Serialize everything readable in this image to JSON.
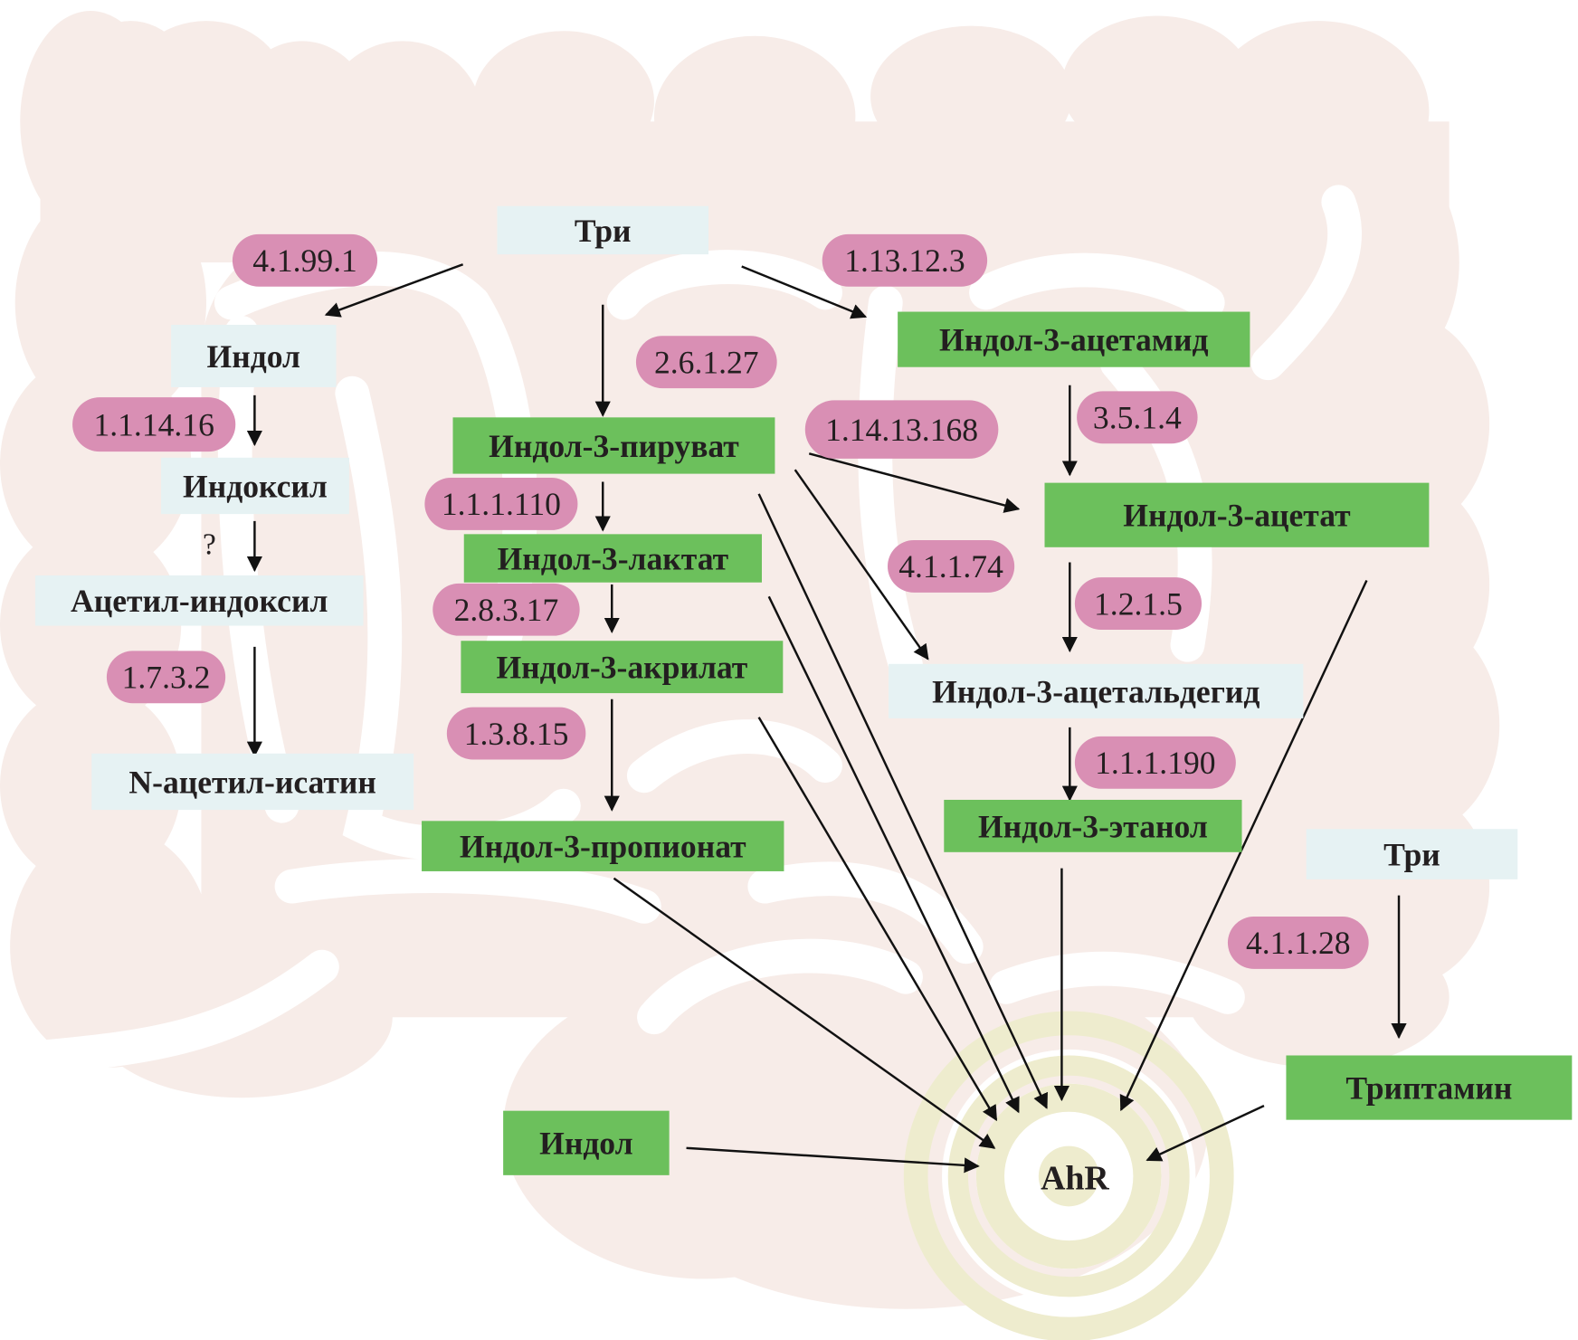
{
  "diagram": {
    "colors": {
      "background": "#ffffff",
      "intestine": "#f7ece8",
      "metabolite_fill": "#6cc05c",
      "intermediate_fill": "#e6f2f3",
      "enzyme_fill": "#d98fb4",
      "ahr_ring": "#eeecce",
      "arrow": "#111111",
      "text": "#231f20"
    },
    "nodes": {
      "tri_top": {
        "label": "Три",
        "kind": "intermediate"
      },
      "indol_left": {
        "label": "Индол",
        "kind": "intermediate"
      },
      "indoksil": {
        "label": "Индоксил",
        "kind": "intermediate"
      },
      "acetil_indoksil": {
        "label": "Ацетил-индоксил",
        "kind": "intermediate"
      },
      "n_acetil_isatin": {
        "label": "N-ацетил-исатин",
        "kind": "intermediate"
      },
      "indol_3_piruvat": {
        "label": "Индол-3-пируват",
        "kind": "metabolite"
      },
      "indol_3_laktat": {
        "label": "Индол-3-лактат",
        "kind": "metabolite"
      },
      "indol_3_akrilat": {
        "label": "Индол-3-акрилат",
        "kind": "metabolite"
      },
      "indol_3_propionat": {
        "label": "Индол-3-пропионат",
        "kind": "metabolite"
      },
      "indol_3_acetamid": {
        "label": "Индол-3-ацетамид",
        "kind": "metabolite"
      },
      "indol_3_acetat": {
        "label": "Индол-3-ацетат",
        "kind": "metabolite"
      },
      "indol_3_acetaldegid": {
        "label": "Индол-3-ацетальдегид",
        "kind": "intermediate"
      },
      "indol_3_etanol": {
        "label": "Индол-3-этанол",
        "kind": "metabolite"
      },
      "tri_right": {
        "label": "Три",
        "kind": "intermediate"
      },
      "triptamin": {
        "label": "Триптамин",
        "kind": "metabolite"
      },
      "indol_bottom": {
        "label": "Индол",
        "kind": "metabolite"
      },
      "ahr": {
        "label": "AhR",
        "kind": "receptor"
      }
    },
    "enzymes": {
      "e_4_1_99_1": "4.1.99.1",
      "e_1_1_14_16": "1.1.14.16",
      "e_1_7_3_2": "1.7.3.2",
      "e_2_6_1_27": "2.6.1.27",
      "e_1_1_1_110": "1.1.1.110",
      "e_2_8_3_17": "2.8.3.17",
      "e_1_3_8_15": "1.3.8.15",
      "e_1_13_12_3": "1.13.12.3",
      "e_3_5_1_4": "3.5.1.4",
      "e_1_14_13_168": "1.14.13.168",
      "e_4_1_1_74": "4.1.1.74",
      "e_1_2_1_5": "1.2.1.5",
      "e_1_1_1_190": "1.1.1.190",
      "e_4_1_1_28": "4.1.1.28"
    },
    "unknown_step_mark": "?",
    "edges": [
      {
        "from": "tri_top",
        "to": "indol_left",
        "enzyme": "4.1.99.1"
      },
      {
        "from": "indol_left",
        "to": "indoksil",
        "enzyme": "1.1.14.16"
      },
      {
        "from": "indoksil",
        "to": "acetil_indoksil",
        "enzyme": "?"
      },
      {
        "from": "acetil_indoksil",
        "to": "n_acetil_isatin",
        "enzyme": "1.7.3.2"
      },
      {
        "from": "tri_top",
        "to": "indol_3_piruvat",
        "enzyme": "2.6.1.27"
      },
      {
        "from": "indol_3_piruvat",
        "to": "indol_3_laktat",
        "enzyme": "1.1.1.110"
      },
      {
        "from": "indol_3_laktat",
        "to": "indol_3_akrilat",
        "enzyme": "2.8.3.17"
      },
      {
        "from": "indol_3_akrilat",
        "to": "indol_3_propionat",
        "enzyme": "1.3.8.15"
      },
      {
        "from": "tri_top",
        "to": "indol_3_acetamid",
        "enzyme": "1.13.12.3"
      },
      {
        "from": "indol_3_acetamid",
        "to": "indol_3_acetat",
        "enzyme": "3.5.1.4"
      },
      {
        "from": "indol_3_piruvat",
        "to": "indol_3_acetat",
        "enzyme": "1.14.13.168"
      },
      {
        "from": "indol_3_piruvat",
        "to": "indol_3_acetaldegid",
        "enzyme": "4.1.1.74"
      },
      {
        "from": "indol_3_acetat",
        "to": "indol_3_acetaldegid",
        "enzyme": "1.2.1.5"
      },
      {
        "from": "indol_3_acetaldegid",
        "to": "indol_3_etanol",
        "enzyme": "1.1.1.190"
      },
      {
        "from": "tri_right",
        "to": "triptamin",
        "enzyme": "4.1.1.28"
      },
      {
        "from": "indol_3_propionat",
        "to": "ahr"
      },
      {
        "from": "indol_3_akrilat",
        "to": "ahr"
      },
      {
        "from": "indol_3_laktat",
        "to": "ahr"
      },
      {
        "from": "indol_3_piruvat",
        "to": "ahr"
      },
      {
        "from": "indol_3_etanol",
        "to": "ahr"
      },
      {
        "from": "indol_3_acetat",
        "to": "ahr"
      },
      {
        "from": "indol_bottom",
        "to": "ahr"
      },
      {
        "from": "triptamin",
        "to": "ahr"
      }
    ]
  }
}
